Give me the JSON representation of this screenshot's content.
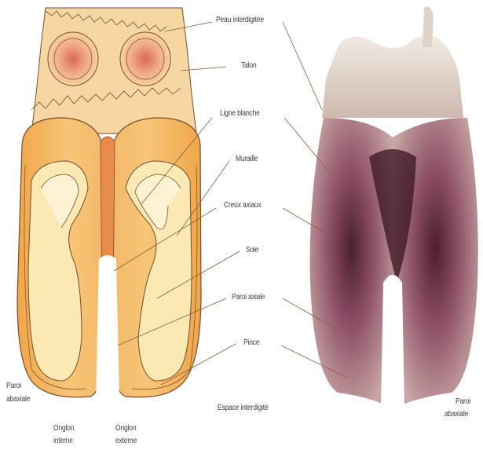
{
  "labels": {
    "peau_interdigitee": "Peau interdigitée",
    "talon": "Talon",
    "ligne_blanche": "Ligne blanche",
    "muraille": "Muraille",
    "creux_axiaux": "Creux axiaux",
    "sole": "Sole",
    "paroi_axiale": "Paroi axiale",
    "pince": "Pince",
    "espace_interdigite": "Espace interdigité",
    "paroi_abaxiale_left_1": "Paroi",
    "paroi_abaxiale_left_2": "abaxiale",
    "onglon_interne_1": "Onglon",
    "onglon_interne_2": "interne",
    "onglon_externe_1": "Onglon",
    "onglon_externe_2": "externe",
    "paroi_abaxiale_right_1": "Paroi",
    "paroi_abaxiale_right_2": "abaxiale"
  },
  "colors": {
    "horn_outer": "#f2b25c",
    "horn_mid": "#f7cf86",
    "sole": "#fbe9b4",
    "sole_light": "#fdf3d2",
    "talon_skin": "#f6d7a2",
    "bulb_center": "#d96a55",
    "photo_dark": "#5a2a3a",
    "photo_mid": "#a0667a",
    "photo_light": "#d8c3b5"
  }
}
